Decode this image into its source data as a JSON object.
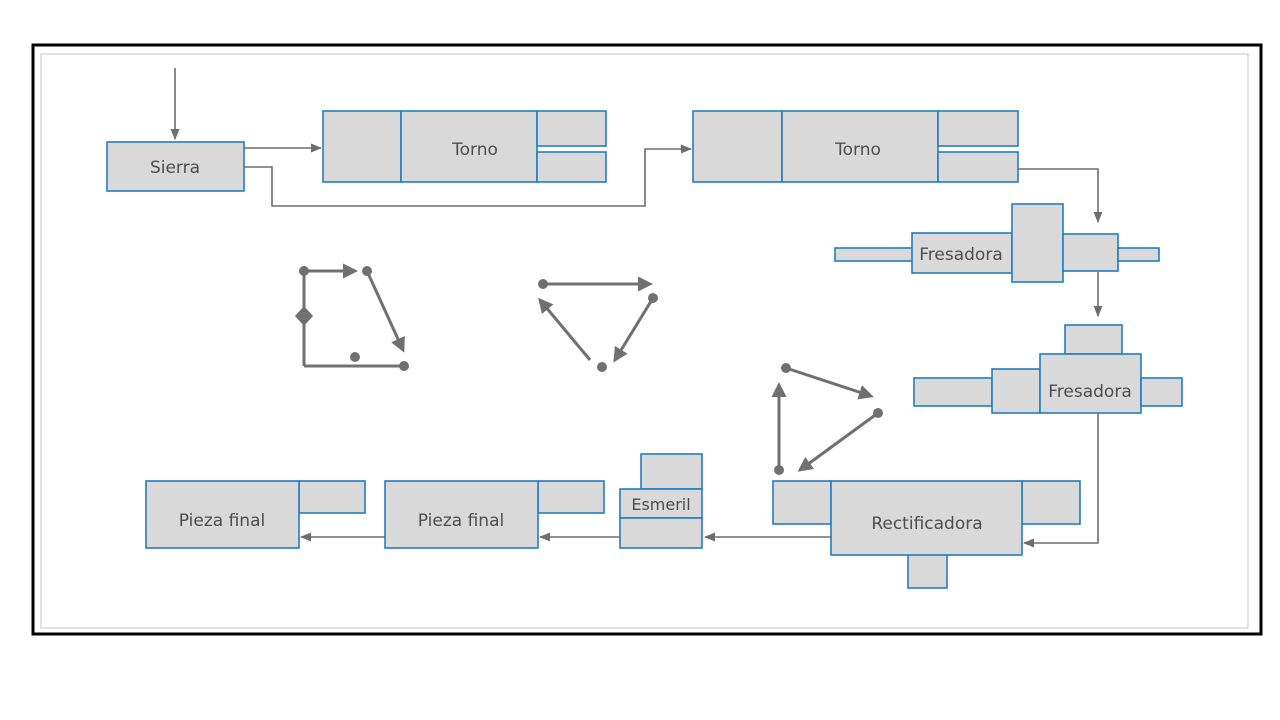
{
  "colors": {
    "machine_fill": "#d9d9d9",
    "machine_border": "#1f7fc2",
    "arrow": "#6e6e6e",
    "frame": "#000000"
  },
  "machines": {
    "sierra": "Sierra",
    "torno_1": "Torno",
    "torno_2": "Torno",
    "fresadora_1": "Fresadora",
    "fresadora_2": "Fresadora",
    "rectificadora": "Rectificadora",
    "esmeril": "Esmeril",
    "pieza_final_1": "Pieza final",
    "pieza_final_2": "Pieza final"
  },
  "icons": [
    "movement-square-icon",
    "movement-triangle-icon",
    "movement-triangle-icon-2"
  ]
}
